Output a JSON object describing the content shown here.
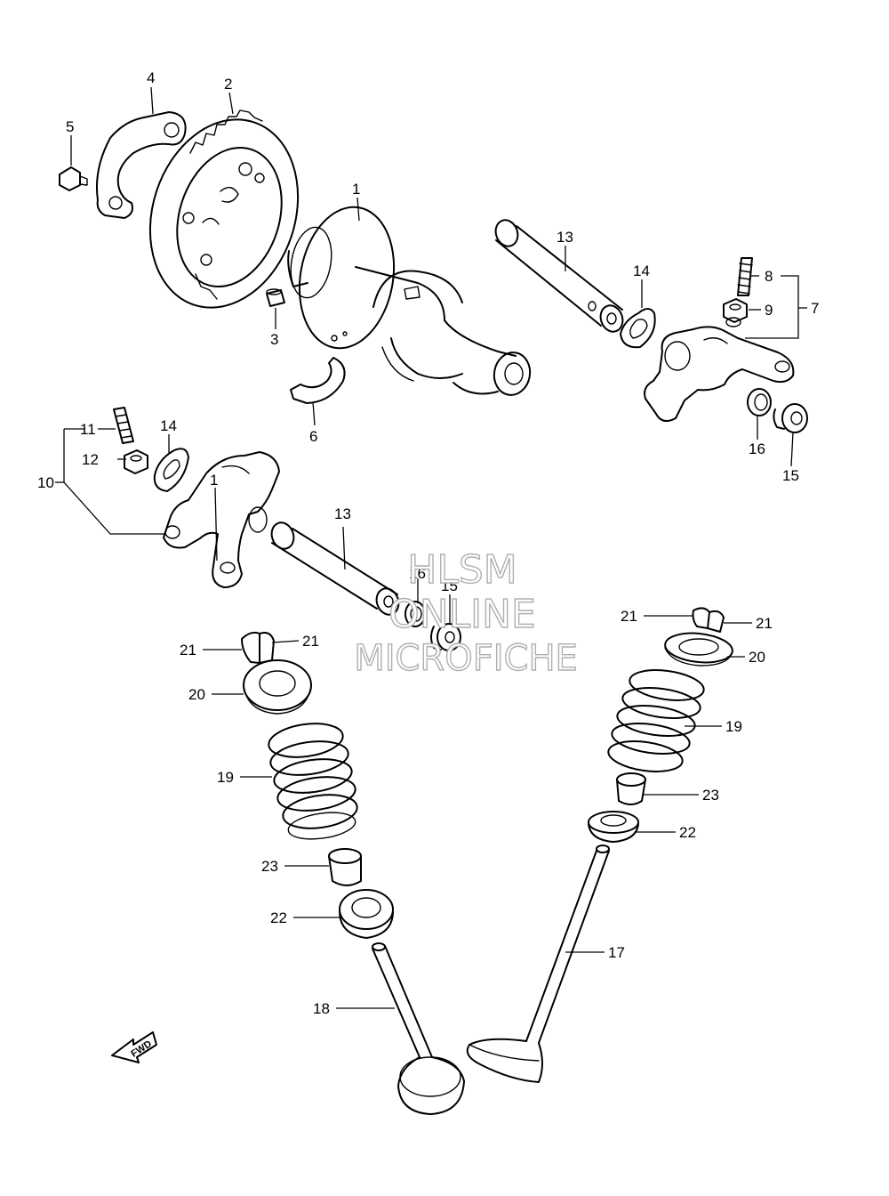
{
  "callouts": {
    "c1a": "1",
    "c1b": "1",
    "c2": "2",
    "c3": "3",
    "c4": "4",
    "c5": "5",
    "c6": "6",
    "c7": "7",
    "c8": "8",
    "c9": "9",
    "c10": "10",
    "c11": "11",
    "c12": "12",
    "c13a": "13",
    "c13b": "13",
    "c14a": "14",
    "c14b": "14",
    "c15a": "15",
    "c15b": "15",
    "c16a": "16",
    "c16b": "16",
    "c17": "17",
    "c18": "18",
    "c19a": "19",
    "c19b": "19",
    "c20a": "20",
    "c20b": "20",
    "c21a": "21",
    "c21b": "21",
    "c21c": "21",
    "c21d": "21",
    "c22a": "22",
    "c22b": "22",
    "c23a": "23",
    "c23b": "23"
  },
  "watermark": {
    "line1": "HLSM",
    "line2": "ONLINE",
    "line3": "MICROFICHE"
  },
  "fwd_label": "FWD"
}
